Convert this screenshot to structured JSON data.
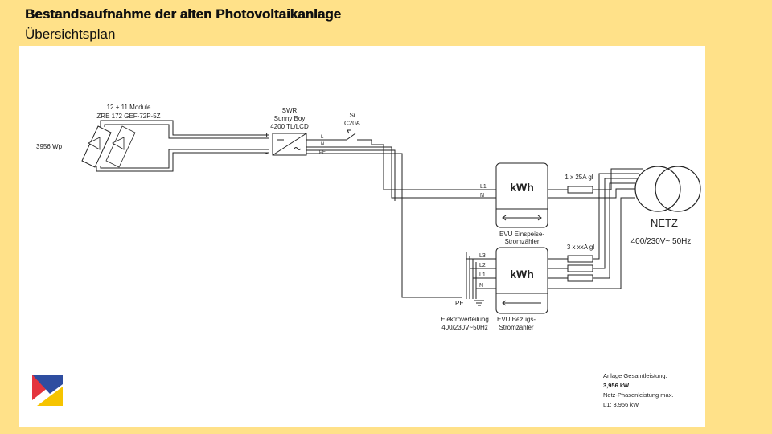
{
  "header": {
    "title": "Bestandsaufnahme der alten Photovoltaikanlage",
    "subtitle": "Übersichtsplan"
  },
  "diagram": {
    "pv": {
      "modules_line1": "12 + 11 Module",
      "modules_line2": "ZRE 172 GEF-72P-5Z",
      "power": "3956 Wp"
    },
    "inverter": {
      "line1": "SWR",
      "line2": "Sunny Boy",
      "line3": "4200 TL/LCD",
      "plus": "+",
      "minus": "-",
      "term_l": "L",
      "term_n": "N",
      "term_pe": "PE"
    },
    "breaker": {
      "line1": "Si",
      "line2": "C20A"
    },
    "meter_feed": {
      "unit": "kWh",
      "label1": "EVU Einspeise-",
      "label2": "Stromzähler",
      "in_l1": "L1",
      "in_n": "N"
    },
    "fuse_top": "1 x 25A gl",
    "fuse_bottom": "3 x xxA gl",
    "grid": {
      "name": "NETZ",
      "spec": "400/230V~ 50Hz"
    },
    "meter_draw": {
      "unit": "kWh",
      "label1": "EVU Bezugs-",
      "label2": "Stromzähler",
      "in_l3": "L3",
      "in_l2": "L2",
      "in_l1": "L1",
      "in_n": "N",
      "pe": "PE"
    },
    "distribution": {
      "line1": "Elektroverteilung",
      "line2": "400/230V~50Hz"
    },
    "summary": {
      "line1": "Anlage Gesamtleistung:",
      "line2": "3,956 kW",
      "line3": "Netz-Phasenleistung max.",
      "line4": "L1: 3,956 kW"
    }
  },
  "logo": {
    "colors": [
      "#E4343E",
      "#2E4DA0",
      "#F6C400"
    ]
  }
}
